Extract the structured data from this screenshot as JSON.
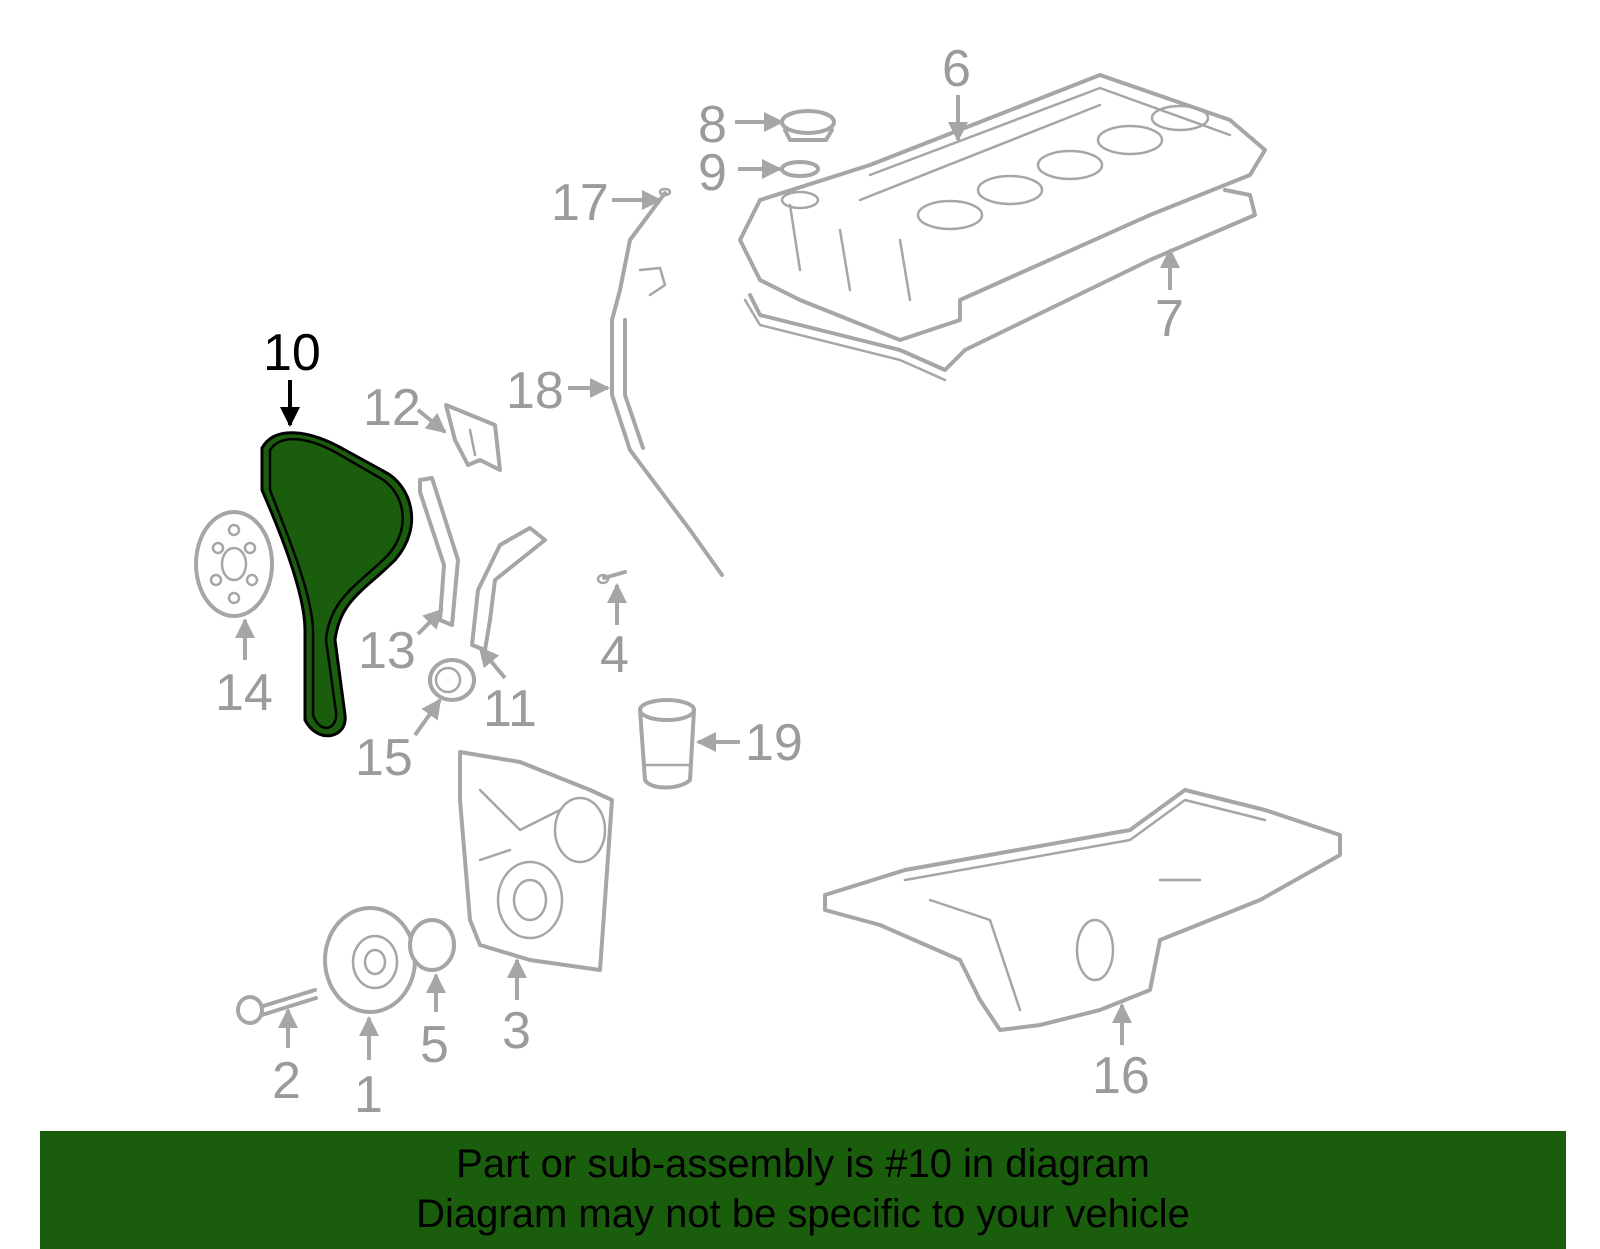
{
  "highlight_color": "#1a5e0d",
  "highlighted_part": "10",
  "callouts": {
    "p1": "1",
    "p2": "2",
    "p3": "3",
    "p4": "4",
    "p5": "5",
    "p6": "6",
    "p7": "7",
    "p8": "8",
    "p9": "9",
    "p10": "10",
    "p11": "11",
    "p12": "12",
    "p13": "13",
    "p14": "14",
    "p15": "15",
    "p16": "16",
    "p17": "17",
    "p18": "18",
    "p19": "19"
  },
  "banner": {
    "line1": "Part or sub-assembly is #10 in diagram",
    "line2": "Diagram may not be specific to your vehicle"
  }
}
